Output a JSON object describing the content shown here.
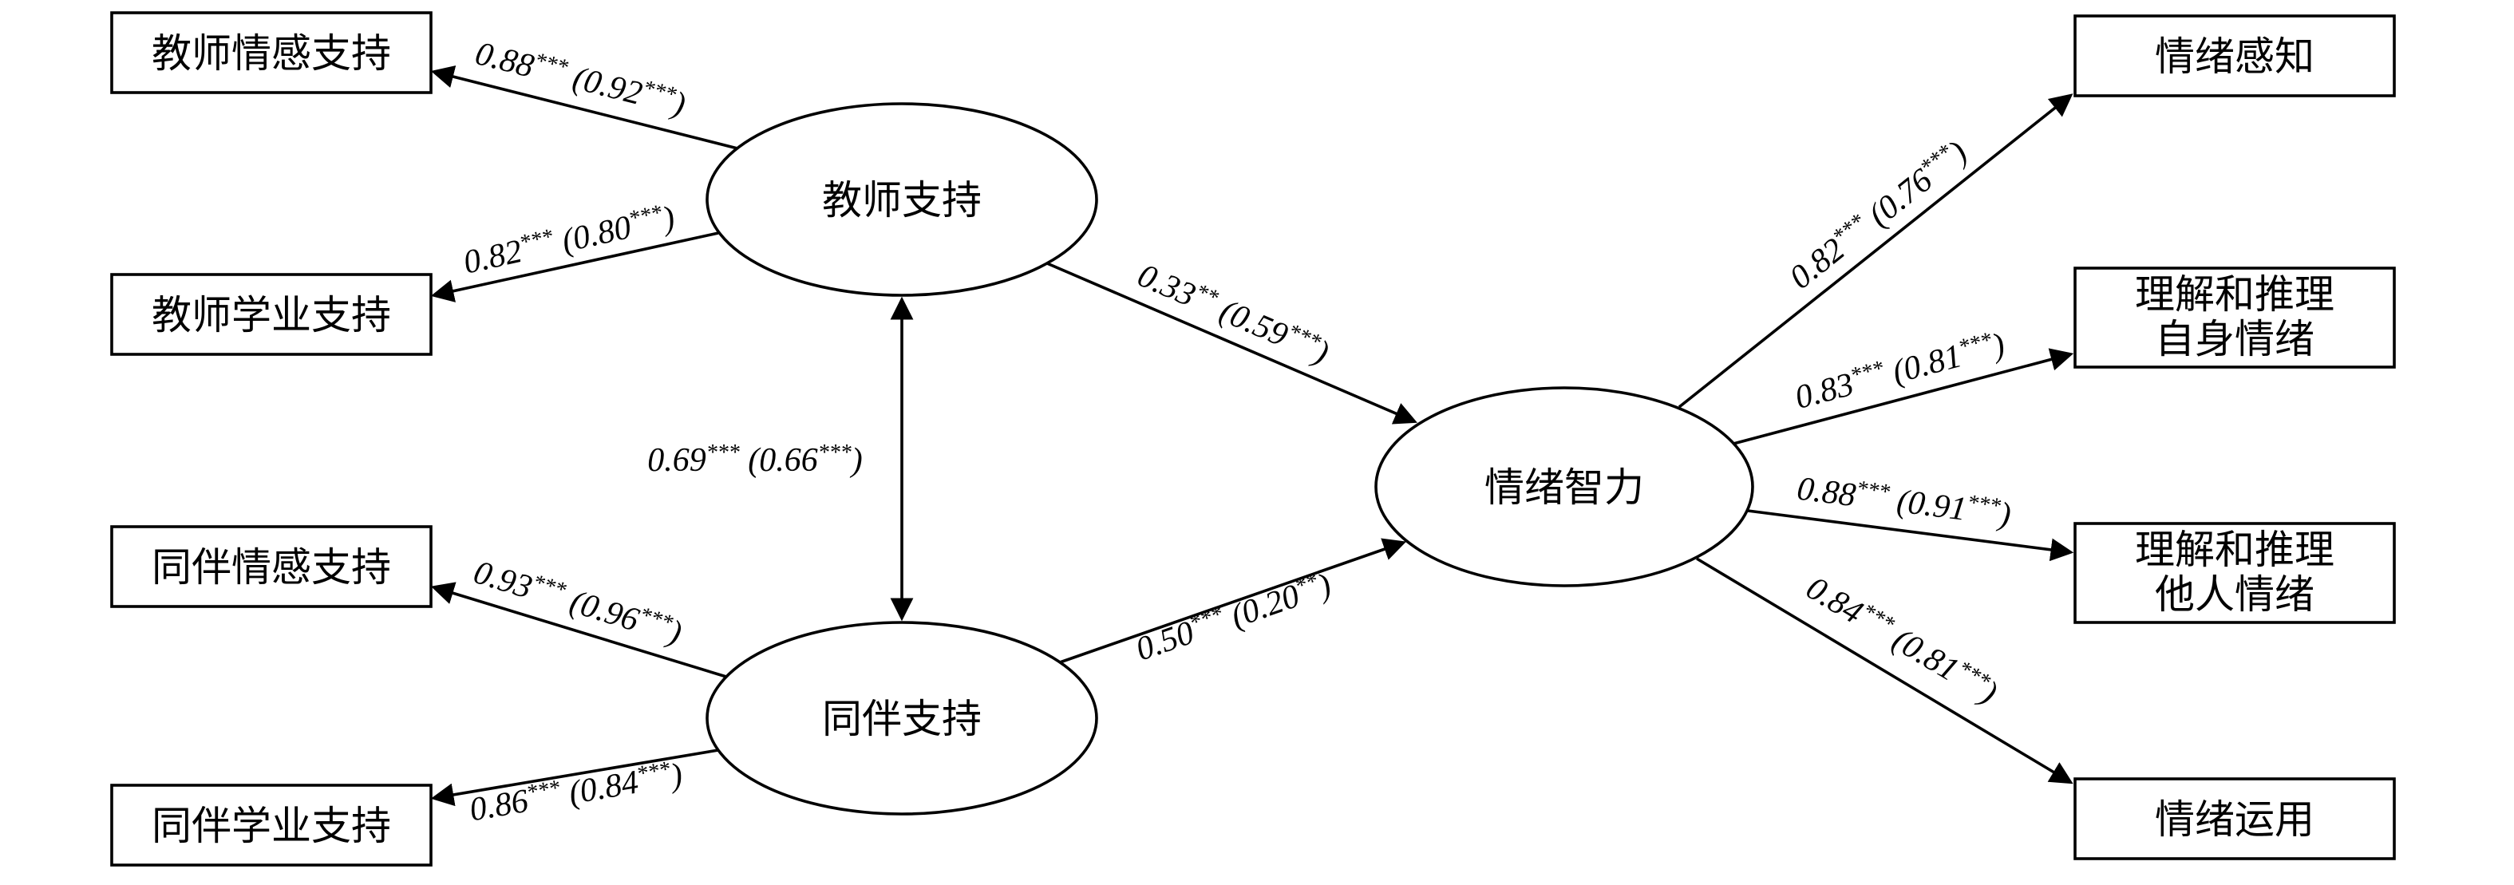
{
  "diagram": {
    "background_color": "#ffffff",
    "line_color": "#000000",
    "nodes": {
      "teacher_support": "教师支持",
      "peer_support": "同伴支持",
      "emotional_intelligence": "情绪智力",
      "teacher_emotional": "教师情感支持",
      "teacher_academic": "教师学业支持",
      "peer_emotional": "同伴情感支持",
      "peer_academic": "同伴学业支持",
      "emotion_perception": "情绪感知",
      "understand_self_line1": "理解和推理",
      "understand_self_line2": "自身情绪",
      "understand_others_line1": "理解和推理",
      "understand_others_line2": "他人情绪",
      "emotion_use": "情绪运用"
    },
    "coefficients": {
      "teacher_emotional": {
        "parts": [
          "0.88",
          "***",
          " (0.92",
          "***",
          ")"
        ]
      },
      "teacher_academic": {
        "parts": [
          "0.82",
          "***",
          " (0.80",
          "***",
          ")"
        ]
      },
      "peer_emotional": {
        "parts": [
          "0.93",
          "***",
          " (0.96",
          "***",
          ")"
        ]
      },
      "peer_academic": {
        "parts": [
          "0.86",
          "***",
          " (0.84",
          "***",
          ")"
        ]
      },
      "teacher_peer_cov": {
        "parts": [
          "0.69",
          "***",
          " (0.66",
          "***",
          ")"
        ]
      },
      "teacher_to_ei": {
        "parts": [
          "0.33",
          "**",
          " (0.59",
          "***",
          ")"
        ]
      },
      "peer_to_ei": {
        "parts": [
          "0.50",
          "***",
          " (0.20",
          "**",
          ")"
        ]
      },
      "ei_perception": {
        "parts": [
          "0.82",
          "***",
          " (0.76",
          "***",
          ")"
        ]
      },
      "ei_self": {
        "parts": [
          "0.83",
          "***",
          " (0.81",
          "***",
          ")"
        ]
      },
      "ei_others": {
        "parts": [
          "0.88",
          "***",
          " (0.91",
          "***",
          ")"
        ]
      },
      "ei_use": {
        "parts": [
          "0.84",
          "***",
          " (0.81",
          "***",
          ")"
        ]
      }
    }
  }
}
